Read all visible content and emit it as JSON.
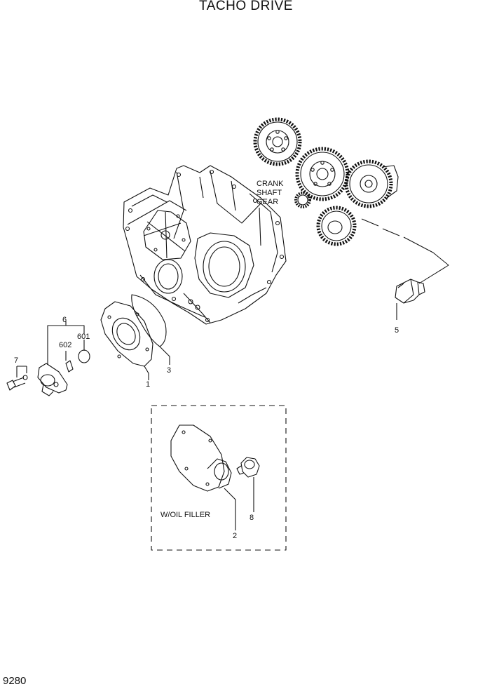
{
  "title": "TACHO DRIVE",
  "page_number": "9280",
  "crank_label": [
    "CRANK",
    "SHAFT",
    "GEAR"
  ],
  "variant_label": "W/OIL FILLER",
  "callouts": {
    "c1": "1",
    "c2": "2",
    "c3": "3",
    "c5": "5",
    "c6": "6",
    "c7": "7",
    "c8": "8",
    "c601": "601",
    "c602": "602"
  }
}
